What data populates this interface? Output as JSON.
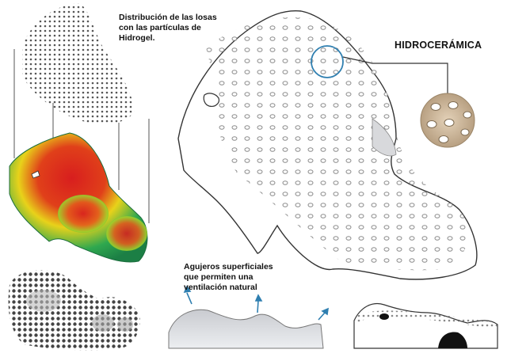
{
  "labels": {
    "hydrogel_distribution": "Distribución de las losas\ncon las partículas de\nHidrogel.",
    "material_name": "HIDROCERÁMICA",
    "ventilation_note": "Agujeros superficiales\nque permiten una\nventilación natural"
  },
  "colors": {
    "heatmap_high": "#d81e1e",
    "heatmap_mid": "#e8d21a",
    "heatmap_low": "#1f9e4a",
    "callout_circle": "#2f7fb0",
    "arrow": "#2f7fb0",
    "ceramic_sample": "#cdb79a"
  }
}
